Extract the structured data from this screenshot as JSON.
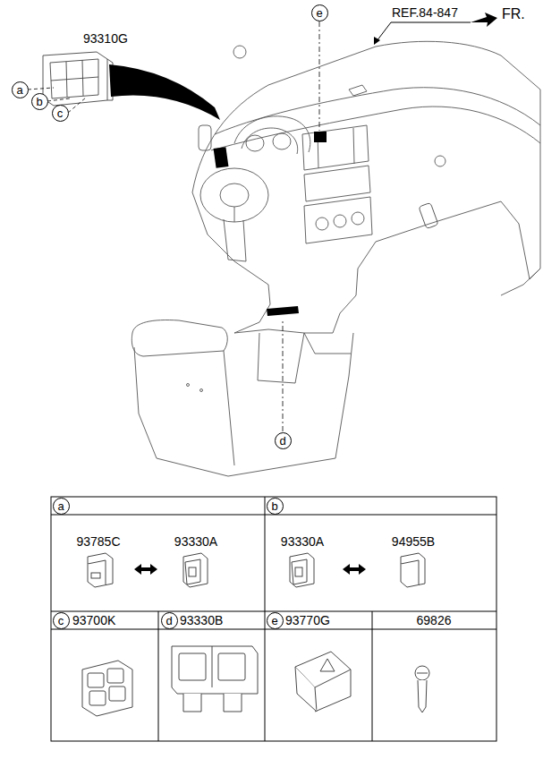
{
  "diagram": {
    "nodes": [
      {
        "text": [
          "e"
        ]
      },
      {
        "text": [
          "a"
        ]
      },
      {
        "text": [
          "b"
        ]
      },
      {
        "text": [
          "c"
        ]
      },
      {
        "text": [
          "d"
        ]
      },
      {
        "text": [
          "a"
        ]
      },
      {
        "text": [
          "b"
        ]
      },
      {
        "text": [
          "c"
        ]
      },
      {
        "text": [
          "d"
        ]
      },
      {
        "text": [
          "e"
        ]
      }
    ],
    "labels": [
      "FR.",
      "REF.84-847",
      "93310G",
      "93785C",
      "93330A",
      "93330A",
      "94955B",
      "93700K",
      "93330B",
      "93770G",
      "69826"
    ]
  }
}
